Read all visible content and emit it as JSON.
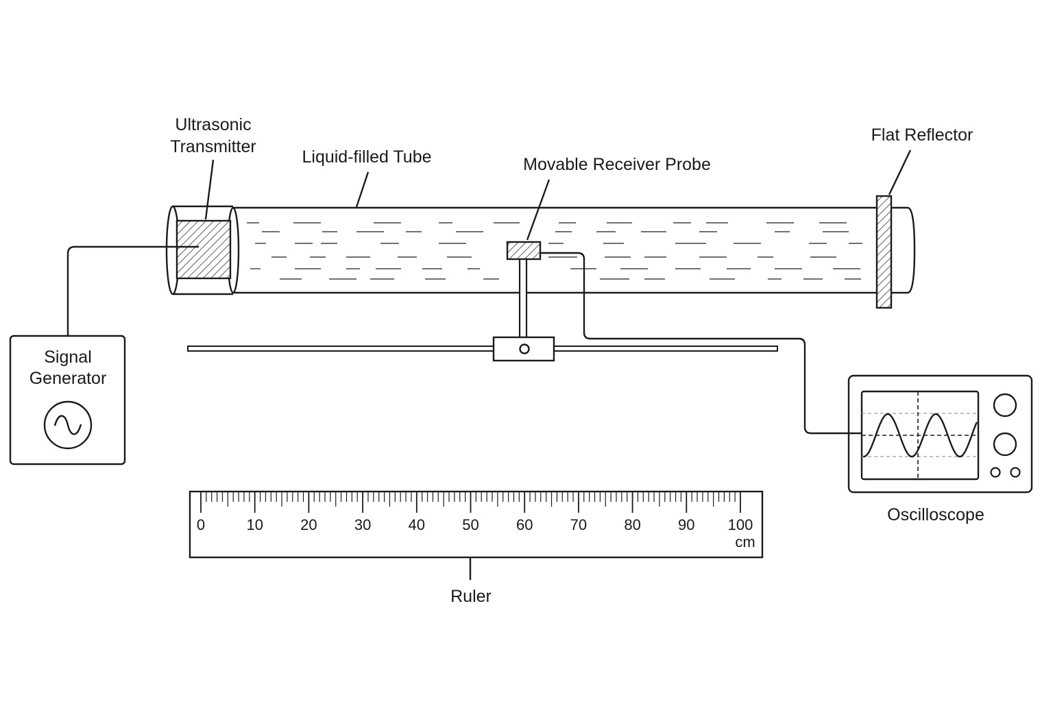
{
  "labels": {
    "transmitter_line1": "Ultrasonic",
    "transmitter_line2": "Transmitter",
    "tube": "Liquid-filled Tube",
    "probe": "Movable Receiver Probe",
    "reflector": "Flat Reflector",
    "generator_line1": "Signal",
    "generator_line2": "Generator",
    "oscilloscope": "Oscilloscope",
    "ruler": "Ruler"
  },
  "ruler": {
    "min": 0,
    "max": 100,
    "major_step": 10,
    "minor_step": 1,
    "unit": "cm",
    "tick_labels": [
      "0",
      "10",
      "20",
      "30",
      "40",
      "50",
      "60",
      "70",
      "80",
      "90",
      "100"
    ]
  },
  "colors": {
    "line": "#1a1a1a",
    "background": "#ffffff",
    "grid": "#9a9a9a"
  },
  "icons": {
    "generator": "sine-wave-icon",
    "oscilloscope_screen": "sine-wave-trace"
  }
}
